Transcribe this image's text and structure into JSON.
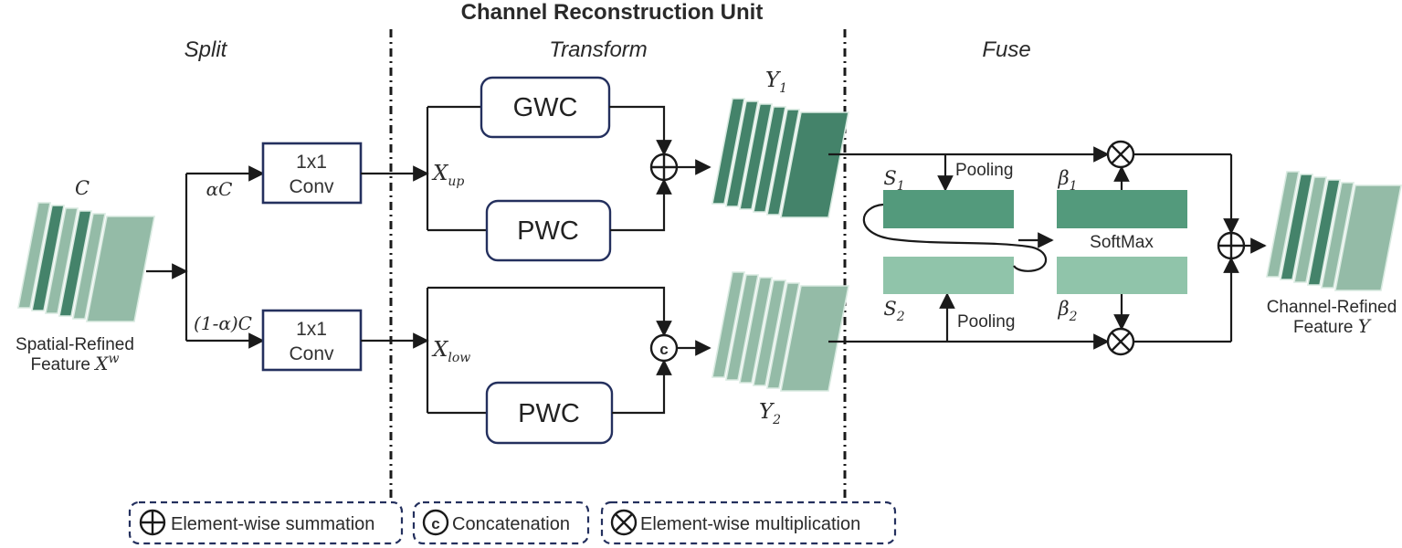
{
  "title": "Channel Reconstruction Unit",
  "sections": {
    "split": "Split",
    "transform": "Transform",
    "fuse": "Fuse"
  },
  "split": {
    "channels_label": "C",
    "input_caption": {
      "line1": "Spatial-Refined",
      "line2_pre": "Feature ",
      "math": "X",
      "sup": "w"
    },
    "branch_top_label": "αC",
    "branch_bottom_label": "(1-α)C",
    "conv_box": {
      "line1": "1x1",
      "line2": "Conv"
    }
  },
  "transform": {
    "x_up": {
      "main": "X",
      "sub": "up"
    },
    "x_low": {
      "main": "X",
      "sub": "low"
    },
    "gwc_label": "GWC",
    "pwc_label": "PWC",
    "y1": {
      "main": "Y",
      "sub": "1"
    },
    "y2": {
      "main": "Y",
      "sub": "2"
    }
  },
  "fuse": {
    "pooling_top": "Pooling",
    "pooling_bottom": "Pooling",
    "softmax": "SoftMax",
    "s1": {
      "main": "S",
      "sub": "1"
    },
    "s2": {
      "main": "S",
      "sub": "2"
    },
    "beta1": {
      "main": "β",
      "sub": "1"
    },
    "beta2": {
      "main": "β",
      "sub": "2"
    },
    "output_caption": {
      "line1": "Channel-Refined",
      "line2_pre": "Feature ",
      "math": "Y"
    }
  },
  "symbols": {
    "concat": "c"
  },
  "legend": {
    "items": [
      {
        "symbol": "plus-circle",
        "label": "Element-wise summation"
      },
      {
        "symbol": "c-circle",
        "label": "Concatenation"
      },
      {
        "symbol": "times-circle",
        "label": "Element-wise multiplication"
      }
    ]
  },
  "colors": {
    "plate_dark": "#44836a",
    "plate_light": "#94bba7",
    "plate_stroke": "#d9eae1",
    "bar_dark": "#539a7c",
    "bar_light": "#90c4aa",
    "line": "#1a1a1a",
    "box_border": "#24305e",
    "text": "#2a2a2a"
  }
}
